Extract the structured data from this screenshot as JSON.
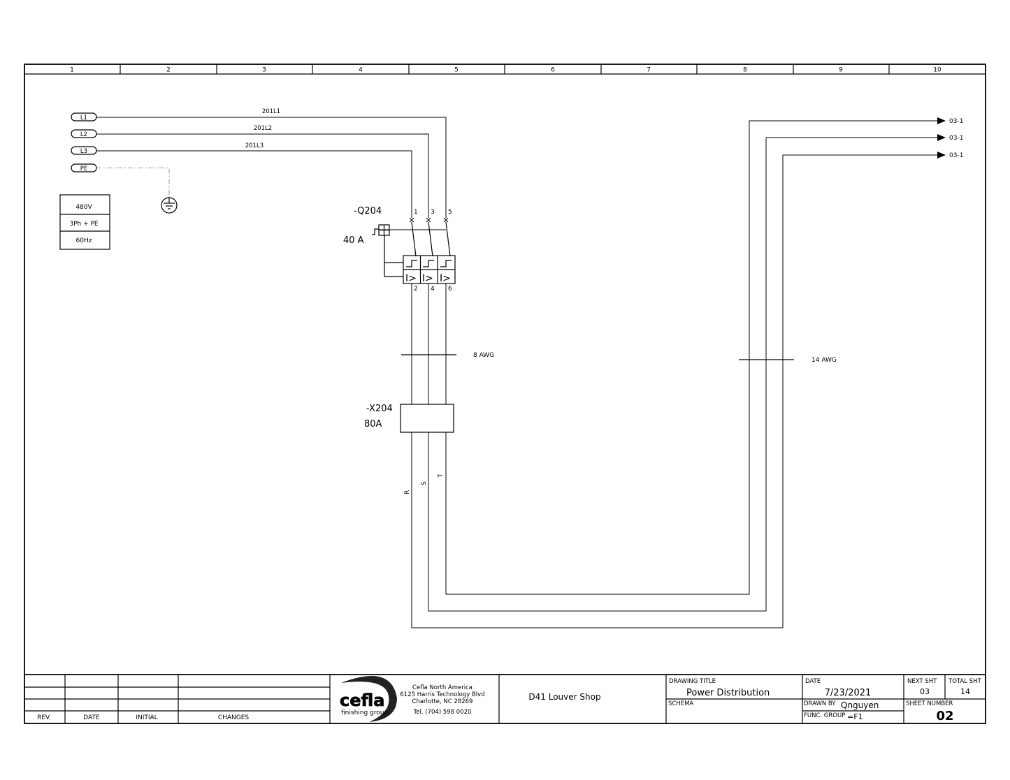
{
  "grid_columns": [
    "1",
    "2",
    "3",
    "4",
    "5",
    "6",
    "7",
    "8",
    "9",
    "10"
  ],
  "supply": {
    "terminals": [
      "L1",
      "L2",
      "L3",
      "PE"
    ],
    "wires": [
      "201L1",
      "201L2",
      "201L3"
    ],
    "specs": [
      "480V",
      "3Ph + PE",
      "60Hz"
    ]
  },
  "breaker": {
    "tag": "-Q204",
    "rating": "40 A",
    "pins_in": [
      "1",
      "3",
      "5"
    ],
    "pins_out": [
      "2",
      "4",
      "6"
    ]
  },
  "cables": {
    "left_size": "8 AWG",
    "right_size": "14 AWG",
    "phases": [
      "R",
      "S",
      "T"
    ]
  },
  "terminal_block": {
    "tag": "-X204",
    "rating": "80A"
  },
  "references": [
    "03-1",
    "03-1",
    "03-1"
  ],
  "title_block": {
    "col_headers": {
      "rev": "REV.",
      "date": "DATE",
      "initial": "INITIAL",
      "changes": "CHANGES"
    },
    "logo_text": "cefla",
    "logo_sub": "finishing group",
    "company": {
      "name": "Cefla North America",
      "address": "6125 Harris Technology Blvd",
      "city": "Charlotte, NC 28269",
      "phone": "Tel. (704) 598 0020"
    },
    "project": "D41 Louver Shop",
    "drawing_title_label": "DRAWING TITLE",
    "drawing_title": "Power Distribution",
    "schema_label": "SCHEMA",
    "date_label": "DATE",
    "date": "7/23/2021",
    "drawn_by_label": "DRAWN BY",
    "drawn_by": "Qnguyen",
    "func_group_label": "FUNC. GROUP",
    "func_group": "=F1",
    "next_sht_label": "NEXT SHT",
    "next_sht": "03",
    "total_sht_label": "TOTAL SHT",
    "total_sht": "14",
    "sheet_number_label": "SHEET NUMBER",
    "sheet_number": "02"
  }
}
